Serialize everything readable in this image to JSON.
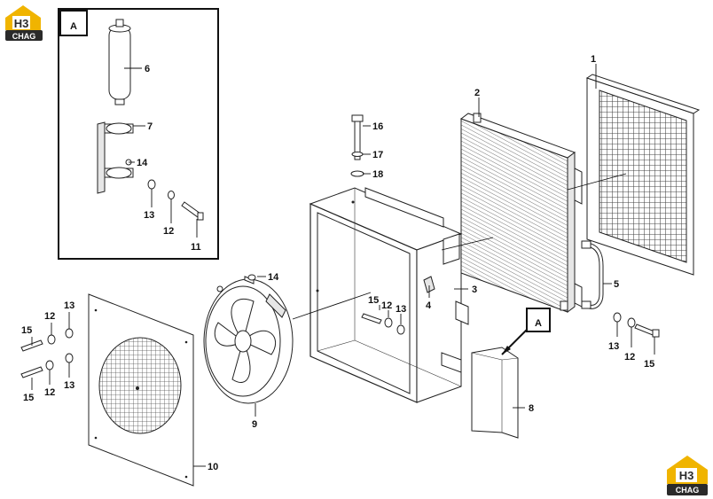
{
  "brand": {
    "logo_top": "H3",
    "logo_bottom": "CHAG",
    "accent_color": "#f0b400",
    "dark_color": "#2a2a2a"
  },
  "inset": {
    "label": "A",
    "callouts": [
      "6",
      "7",
      "14",
      "13",
      "12",
      "11"
    ]
  },
  "detail_marker": {
    "label": "A"
  },
  "callouts": {
    "p1": "1",
    "p2": "2",
    "p3": "3",
    "p4": "4",
    "p5": "5",
    "p8": "8",
    "p9": "9",
    "p10": "10",
    "p14": "14",
    "p16": "16",
    "p17": "17",
    "p18": "18",
    "mid_15": "15",
    "mid_12": "12",
    "mid_13": "13",
    "left_15a": "15",
    "left_12a": "12",
    "left_13a": "13",
    "left_15b": "15",
    "left_12b": "12",
    "left_13b": "13",
    "right_13": "13",
    "right_12": "12",
    "right_15": "15"
  }
}
